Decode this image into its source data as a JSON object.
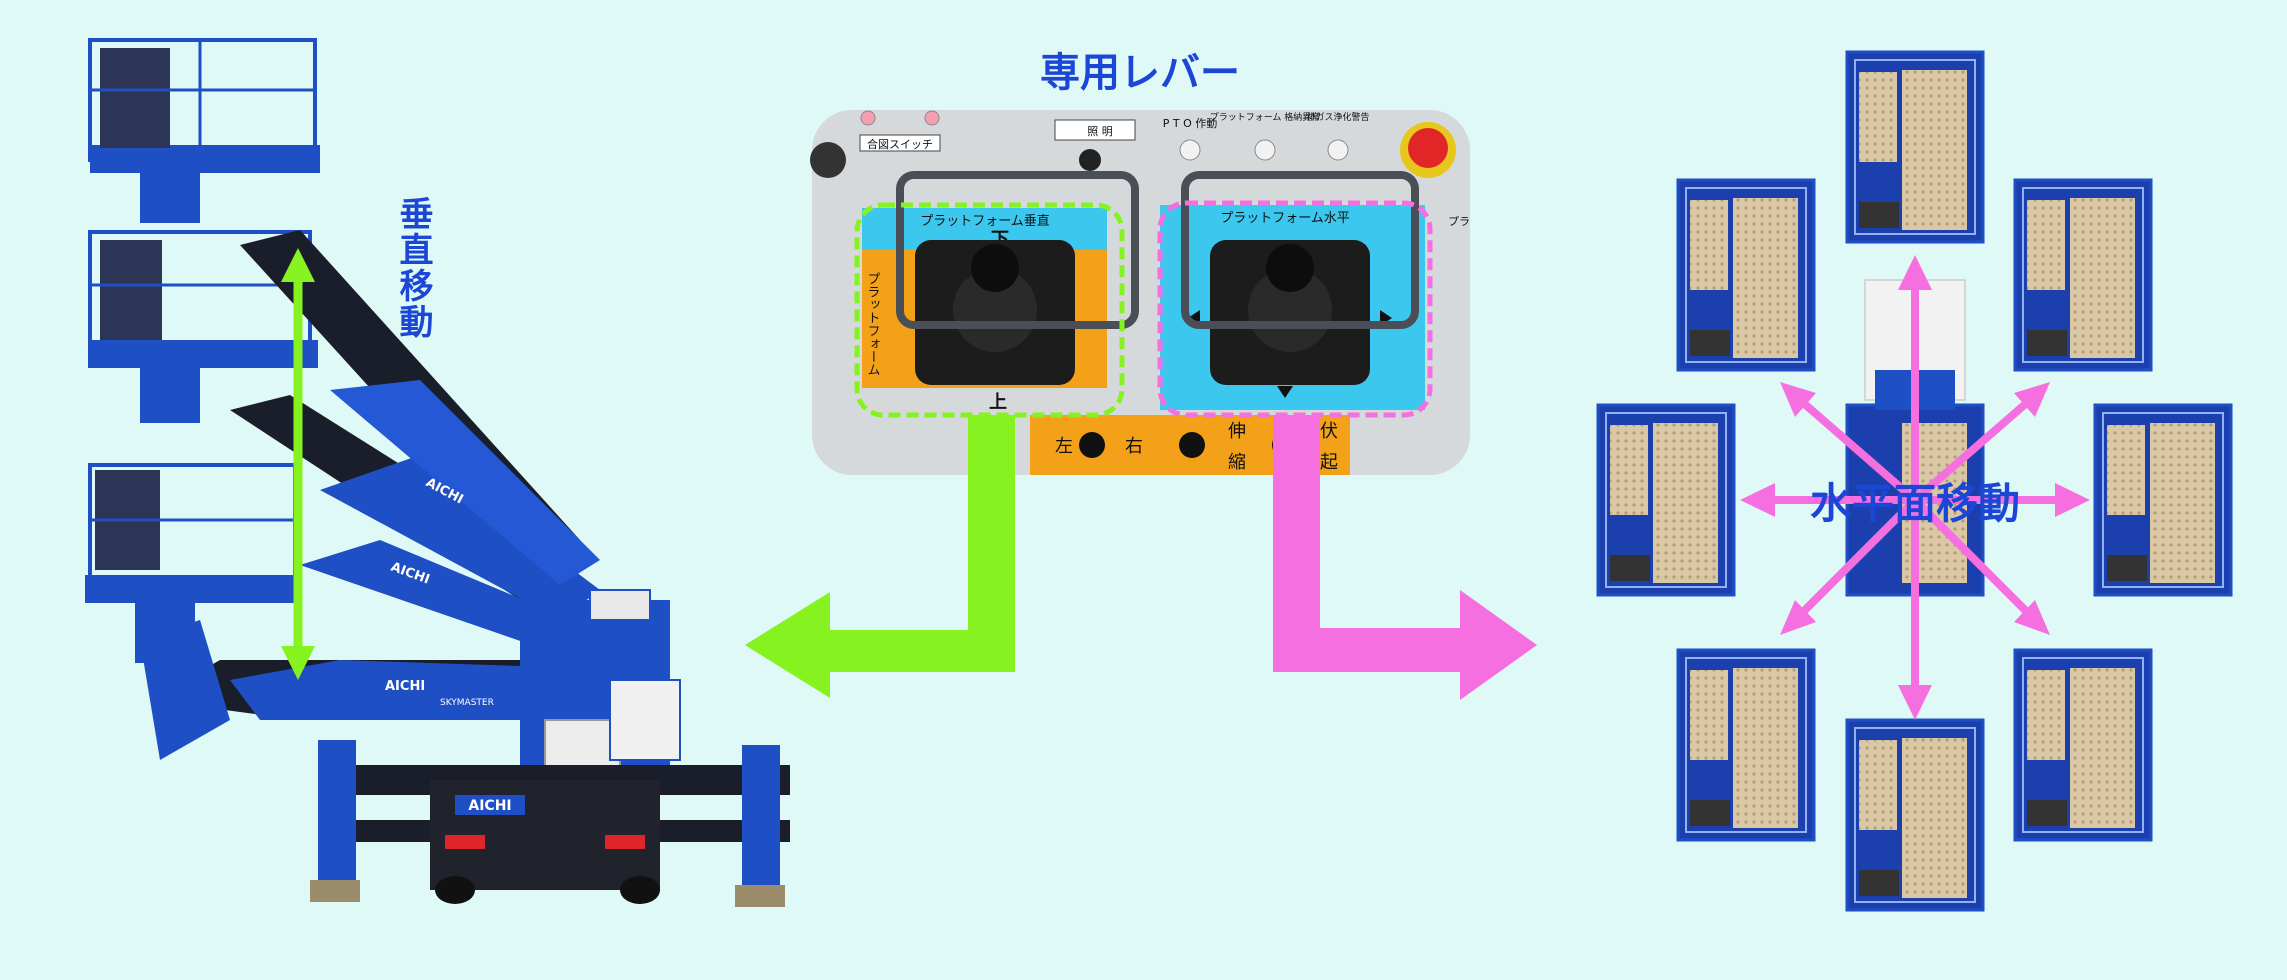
{
  "title": "専用レバー",
  "vertical_label": "垂直移動",
  "horizontal_label": "水平面移動",
  "colors": {
    "background": "#dffaf6",
    "machine_blue": "#1f4fc4",
    "green_arrow": "#86f21f",
    "pink_arrow": "#f66fe0",
    "text_blue": "#1c46d6",
    "lever_panel_blue": "#3cc7ee",
    "lever_panel_orange": "#f4a11a"
  },
  "panel": {
    "switch_label": "合図スイッチ",
    "light_label": "照 明",
    "pto_label": "P T O 作動",
    "platform_retract_label": "プラットフォーム 格納異常",
    "exhaust_label": "排ガス浄化警告",
    "left_lever_label": "プラットフォーム垂直",
    "right_lever_label": "プラットフォーム水平",
    "down_label": "下",
    "up_label": "上",
    "left_side_label": "プラットフォーム",
    "bottom_labels": [
      "左",
      "右",
      "伸",
      "縮",
      "伏",
      "起"
    ],
    "right_edge_label": "プラ"
  },
  "machine": {
    "brand": "AICHI",
    "model": "SKYMASTER"
  }
}
